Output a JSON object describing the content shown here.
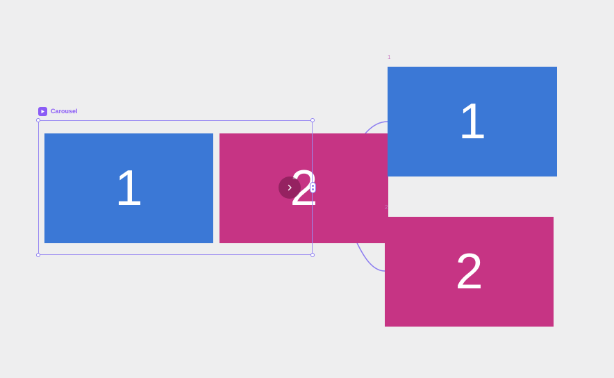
{
  "carousel": {
    "title": "Carousel",
    "slides": [
      {
        "label": "1"
      },
      {
        "label": "2"
      }
    ]
  },
  "targets": [
    {
      "frame_label": "1",
      "content": "1"
    },
    {
      "frame_label": "2",
      "content": "2"
    }
  ],
  "icons": {
    "frame": "play-icon",
    "next": "chevron-right-icon",
    "connector": "connector-port-icon"
  },
  "colors": {
    "background": "#eeeeef",
    "slide_blue": "#3b78d6",
    "slide_pink": "#c63484",
    "accent": "#8b5cf6",
    "wire": "#8b7cf0"
  }
}
